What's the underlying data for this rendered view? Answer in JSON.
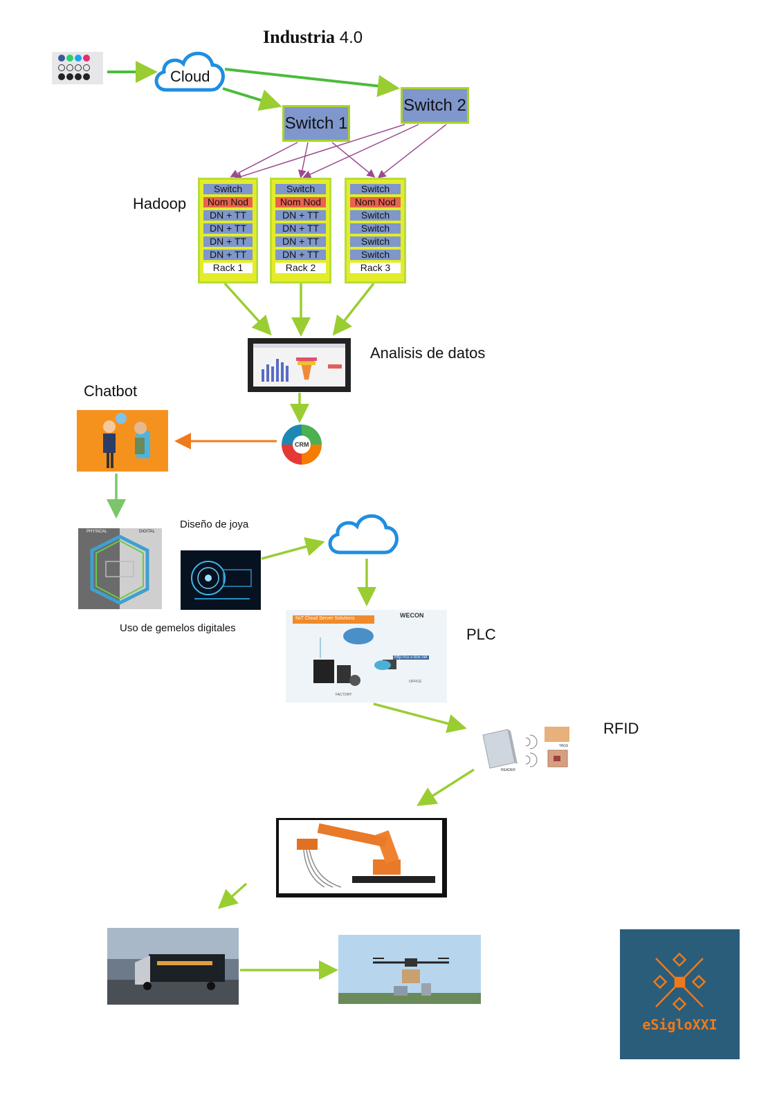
{
  "title": {
    "bold": "Industria",
    "normal": " 4.0"
  },
  "social_icons": "social-media-icons",
  "cloud_top": {
    "label": "Cloud"
  },
  "switch1": {
    "label": "Switch 1"
  },
  "switch2": {
    "label": "Switch 2"
  },
  "hadoop": {
    "label": "Hadoop"
  },
  "racks": [
    {
      "cells": [
        "Switch",
        "Nom Nod",
        "DN + TT",
        "DN + TT",
        "DN + TT",
        "DN + TT",
        "Rack 1"
      ]
    },
    {
      "cells": [
        "Switch",
        "Nom Nod",
        "DN + TT",
        "DN + TT",
        "DN + TT",
        "DN + TT",
        "Rack 2"
      ]
    },
    {
      "cells": [
        "Switch",
        "Nom Nod",
        "Switch",
        "Switch",
        "Switch",
        "Switch",
        "Rack 3"
      ]
    }
  ],
  "analysis": {
    "label": "Analisis de datos"
  },
  "chatbot": {
    "label": "Chatbot"
  },
  "crm": {
    "label": "CRM"
  },
  "jewel": {
    "label": "Diseño de joya"
  },
  "twins": {
    "label": "Uso de gemelos digitales",
    "physical": "PHYSICAL",
    "digital": "DIGITAL"
  },
  "plc": {
    "label": "PLC",
    "banner": "IIoT Cloud Server Solutions",
    "brand": "WECON",
    "url": "http://cu.v-box.net",
    "office": "OFFICE",
    "factory": "FACTORY"
  },
  "rfid": {
    "label": "RFID",
    "tags": "TAGS",
    "reader": "READER"
  },
  "logo": {
    "text": "eSigloXXI"
  },
  "colors": {
    "arrow_green": "#9acd32",
    "arrow_purple": "#9b4a8f",
    "arrow_orange": "#f07a1a",
    "arrow_lightgreen": "#7cc56a"
  }
}
